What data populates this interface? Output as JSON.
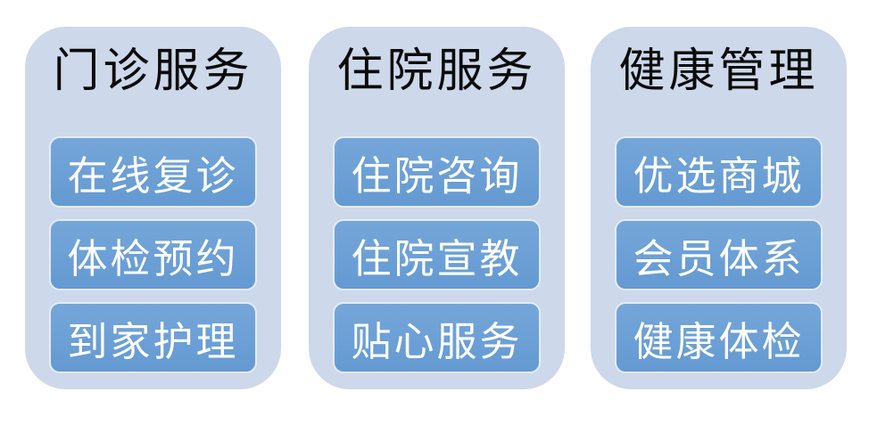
{
  "colors": {
    "page_bg": "#ffffff",
    "card_bg": "#cdd8ea",
    "tile_bg_top": "#75a6d9",
    "tile_bg_bottom": "#649ad2",
    "tile_border": "#e3ecf7",
    "title_text": "#0b0b0b",
    "tile_text": "#ffffff"
  },
  "groups": [
    {
      "title": "门诊服务",
      "items": [
        {
          "label": "在线复诊"
        },
        {
          "label": "体检预约"
        },
        {
          "label": "到家护理"
        }
      ]
    },
    {
      "title": "住院服务",
      "items": [
        {
          "label": "住院咨询"
        },
        {
          "label": "住院宣教"
        },
        {
          "label": "贴心服务"
        }
      ]
    },
    {
      "title": "健康管理",
      "items": [
        {
          "label": "优选商城"
        },
        {
          "label": "会员体系"
        },
        {
          "label": "健康体检"
        }
      ]
    }
  ]
}
